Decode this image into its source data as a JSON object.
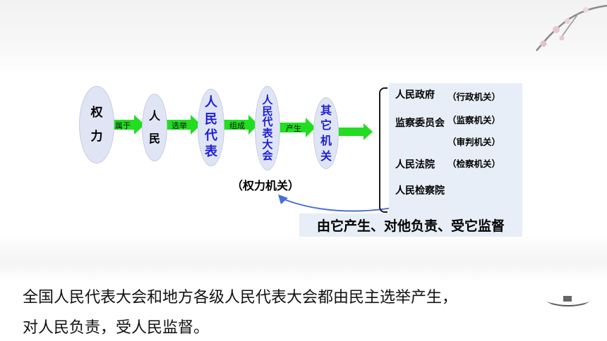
{
  "nodes": [
    {
      "id": "power",
      "text": "权\n\n力",
      "color": "#000000"
    },
    {
      "id": "people",
      "text": "人\n\n民",
      "color": "#000000"
    },
    {
      "id": "deputies",
      "text": "人\n民\n代\n表",
      "color": "#1f1fd1"
    },
    {
      "id": "congress",
      "text": "人\n民\n代\n表\n大\n会",
      "color": "#1f1fd1"
    },
    {
      "id": "other",
      "text": "其\n它\n机\n关",
      "color": "#1f1fd1"
    }
  ],
  "edges": [
    {
      "label": "属于"
    },
    {
      "label": "选举"
    },
    {
      "label": "组成"
    },
    {
      "label": "产生"
    }
  ],
  "organs": [
    {
      "name": "人民政府",
      "nature": "（行政机关）"
    },
    {
      "name": "监察委员会",
      "nature": "（监察机关）"
    },
    {
      "name": "人民法院",
      "nature": "（审判机关）"
    },
    {
      "name": "人民检察院",
      "nature": "（检察机关）"
    }
  ],
  "congress_note": "（权力机关）",
  "relation_banner": "由它产生、对他负责、受它监督",
  "body_text": [
    "全国人民代表大会和地方各级人民代表大会都由民主选举产生，",
    "对人民负责，受人民监督。"
  ],
  "colors": {
    "node_fill": "#dfe5f4",
    "arrow_green": "#22dd22",
    "node_text_blue": "#1f1fd1",
    "panel_fill": "#e7eef7"
  }
}
